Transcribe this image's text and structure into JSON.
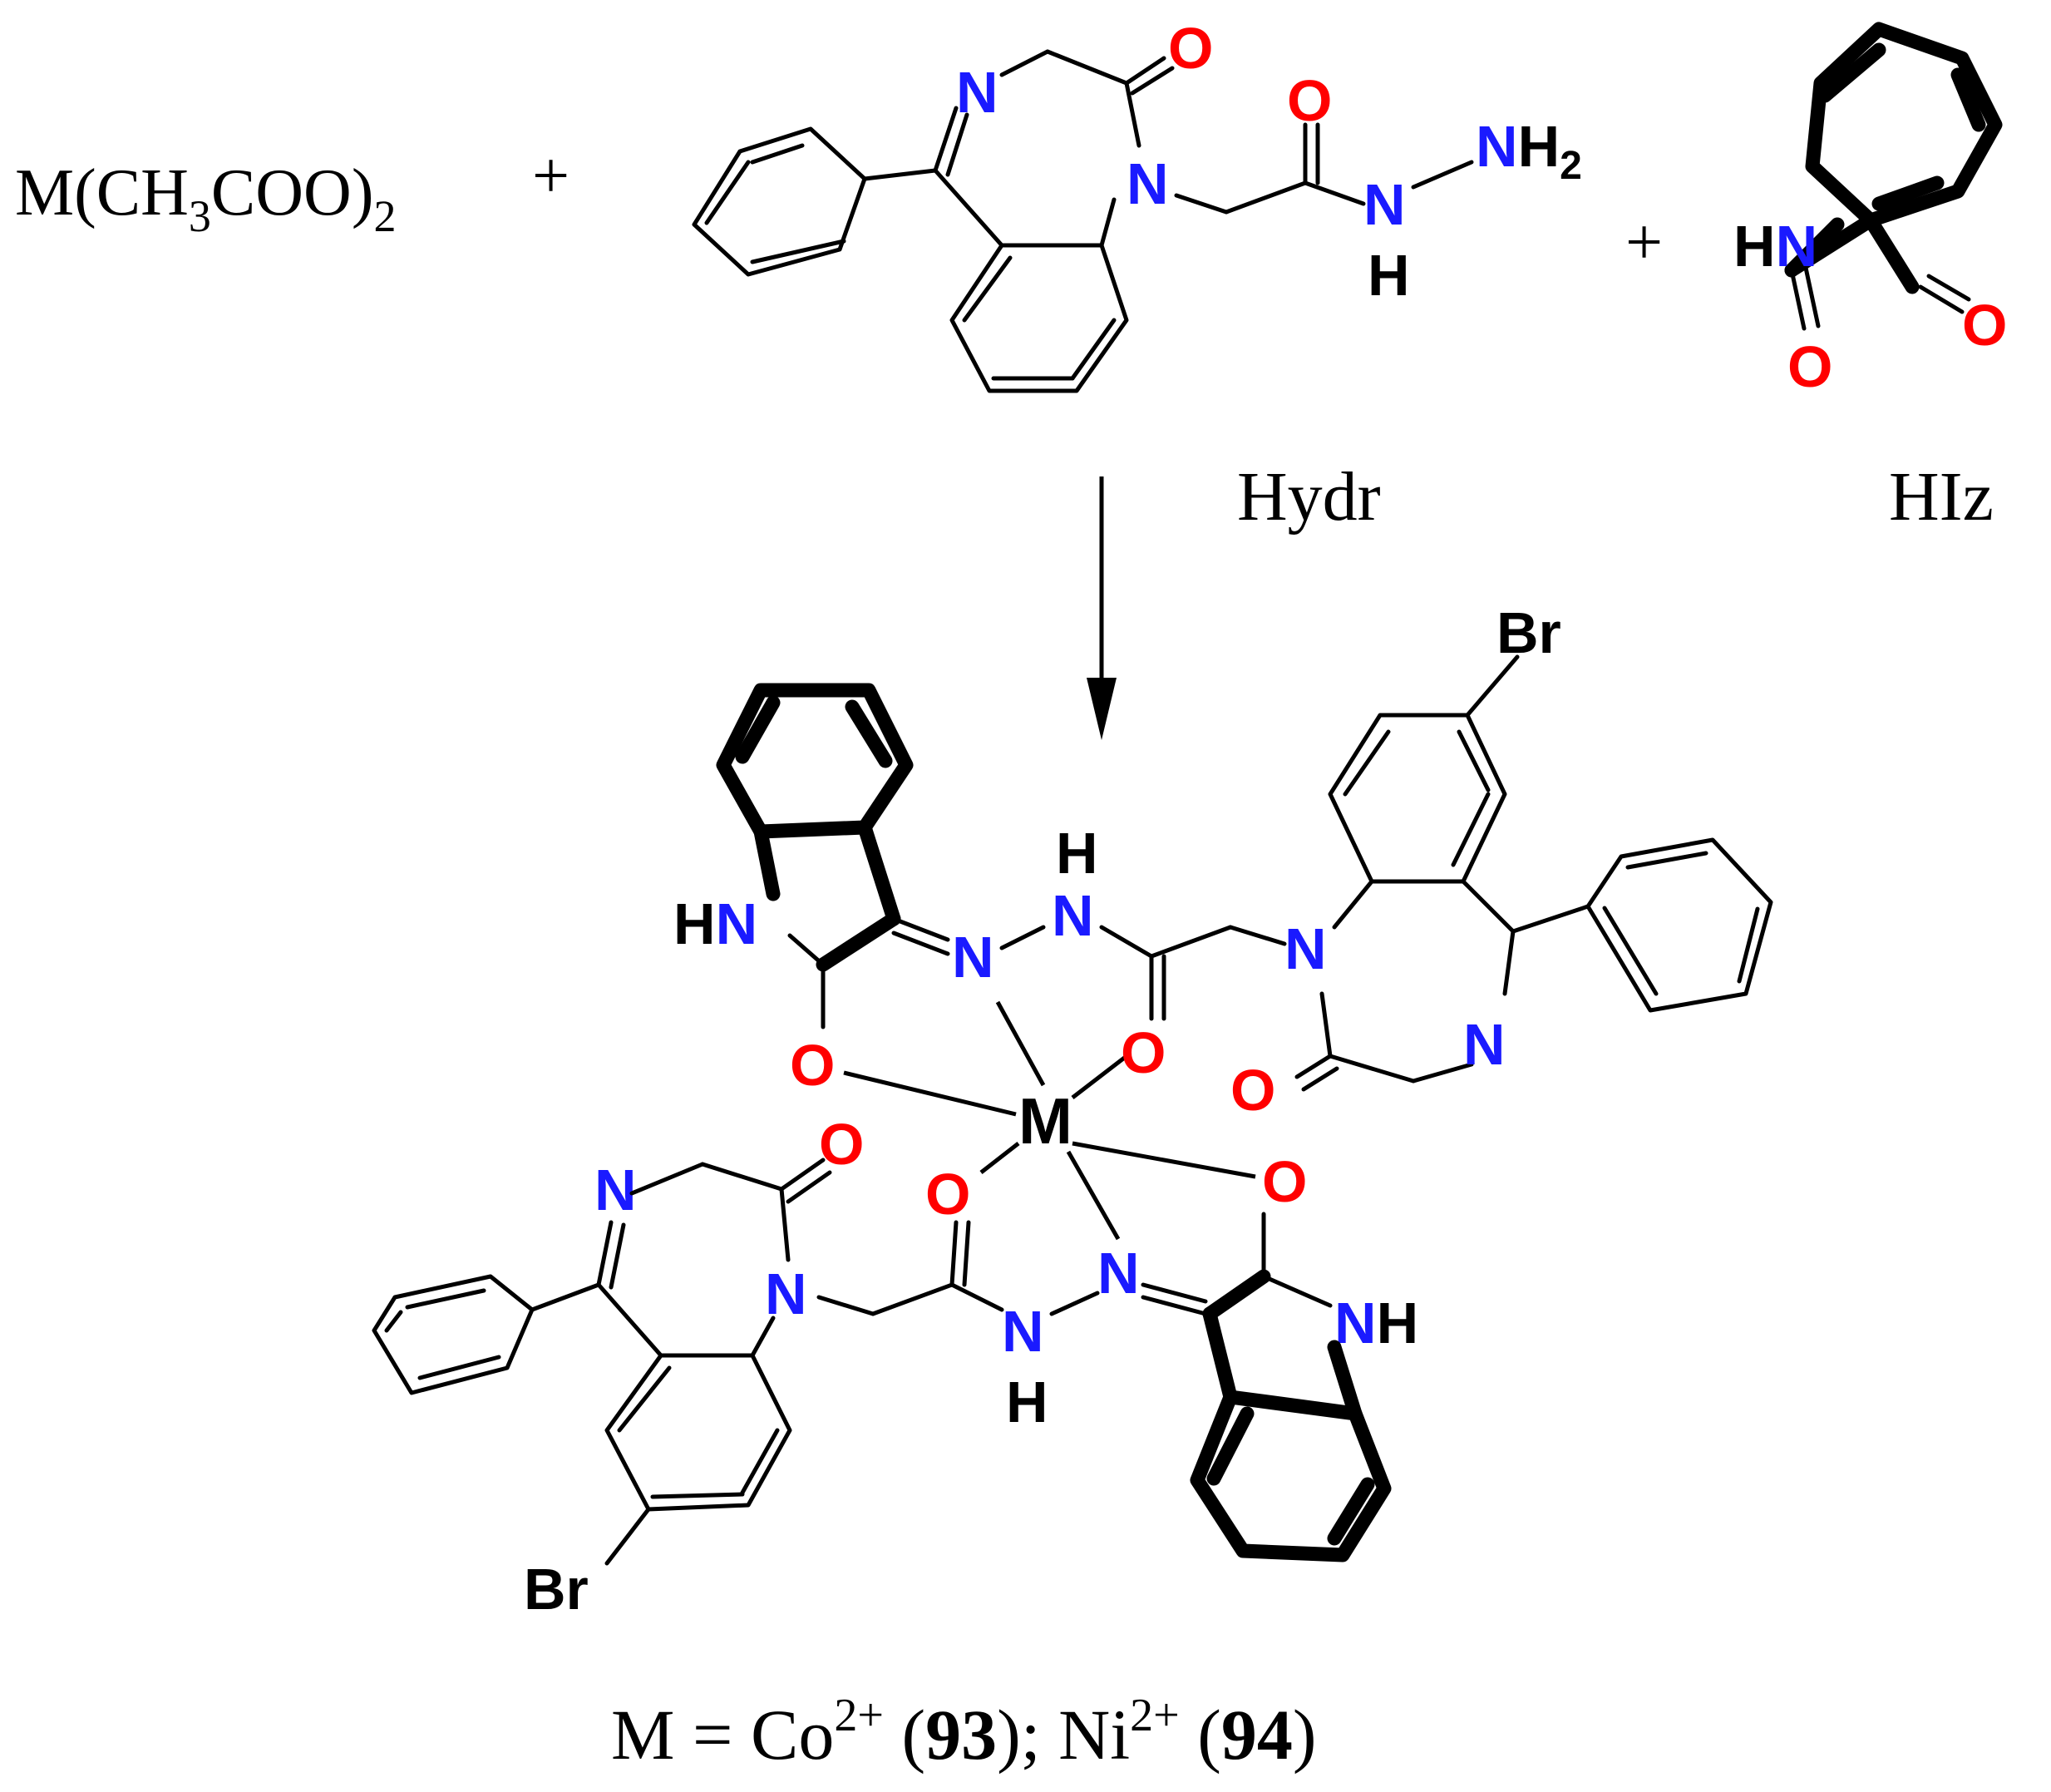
{
  "reactants": {
    "metal_salt": {
      "main": "M(CH",
      "sub1": "3",
      "mid": "COO)",
      "sub2": "2"
    },
    "plus_1": "+",
    "plus_2": "+",
    "hydrazide_label": "Hydr",
    "isatin_label": "HIz"
  },
  "atoms": {
    "N": "N",
    "O": "O",
    "NH2_N": "NH",
    "NH2_sub": "2",
    "H": "H",
    "HN": "HN",
    "NH": "NH",
    "HN_H": "H",
    "HN_N": "N",
    "NH_N": "N",
    "NH_H": "H",
    "Br": "Br",
    "M": "M"
  },
  "caption": {
    "m_eq": "M = Co",
    "co_charge": "2+",
    "co_num_open": " (",
    "co_num": "93",
    "co_num_close": "); Ni",
    "ni_charge": "2+",
    "ni_num_open": " (",
    "ni_num": "94",
    "ni_num_close": ")"
  },
  "colors": {
    "nitrogen": "#1a1aff",
    "oxygen": "#ff0000",
    "carbon_bond": "#000000",
    "background": "#ffffff"
  }
}
